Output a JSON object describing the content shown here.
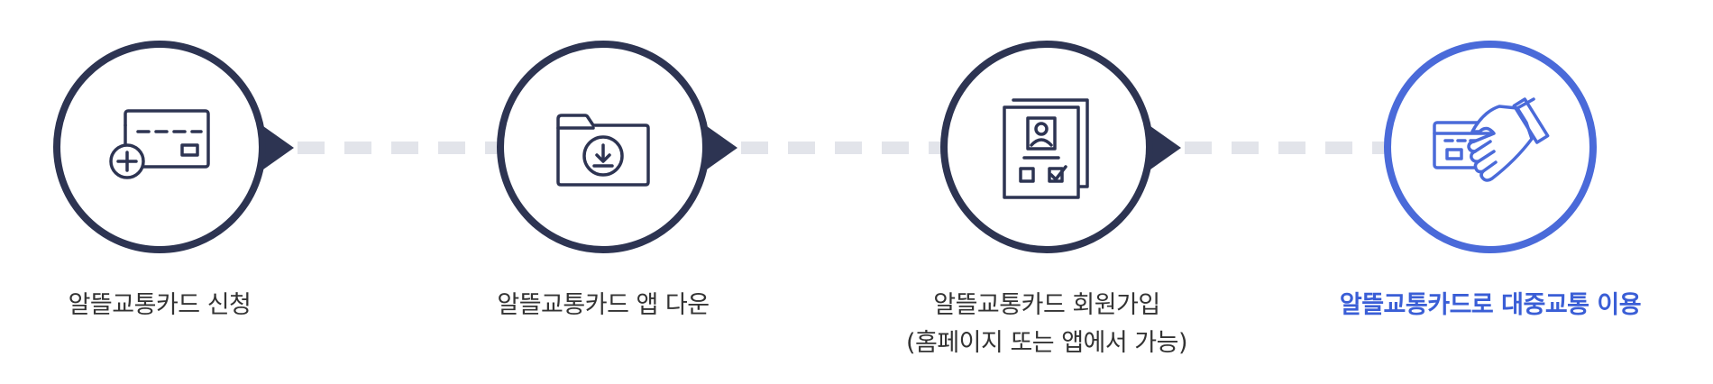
{
  "steps": [
    {
      "lines": [
        "알뜰교통카드 신청"
      ],
      "icon": "card-plus-icon",
      "active": false
    },
    {
      "lines": [
        "알뜰교통카드 앱 다운"
      ],
      "icon": "folder-download-icon",
      "active": false
    },
    {
      "lines": [
        "알뜰교통카드 회원가입",
        "(홈페이지 또는 앱에서 가능)"
      ],
      "icon": "member-form-icon",
      "active": false
    },
    {
      "lines": [
        "알뜰교통카드로 대중교통 이용"
      ],
      "icon": "card-handshake-icon",
      "active": true
    }
  ],
  "colors": {
    "primary": "#2d3452",
    "accent": "#4a6ad9",
    "accent_text": "#3a5ed6",
    "connector": "#e2e4ea",
    "text": "#333333"
  }
}
